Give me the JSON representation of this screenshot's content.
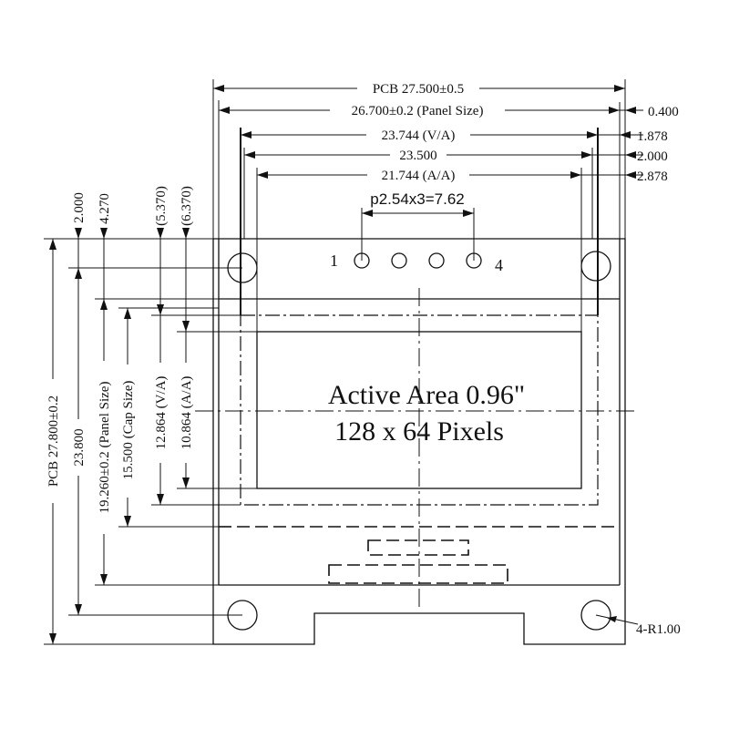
{
  "dimensions": {
    "pcb_width": "PCB 27.500±0.5",
    "panel_width": "26.700±0.2 (Panel Size)",
    "va_width": "23.744 (V/A)",
    "width_23500": "23.500",
    "aa_width": "21.744 (A/A)",
    "offset_0400": "0.400",
    "offset_1878": "1.878",
    "offset_2000": "2.000",
    "offset_2878": "2.878",
    "pitch": "p2.54x3=7.62",
    "top_2000": "2.000",
    "top_4270": "4.270",
    "top_5370": "(5.370)",
    "top_6370": "(6.370)",
    "pcb_height": "PCB 27.800±0.2",
    "height_23800": "23.800",
    "panel_height": "19.260±0.2 (Panel Size)",
    "cap_height": "15.500 (Cap Size)",
    "va_height": "12.864 (V/A)",
    "aa_height": "10.864 (A/A)",
    "corner_radius": "4-R1.00"
  },
  "pins": {
    "first": "1",
    "last": "4"
  },
  "active_area": {
    "line1": "Active Area 0.96\"",
    "line2": "128 x 64 Pixels"
  }
}
